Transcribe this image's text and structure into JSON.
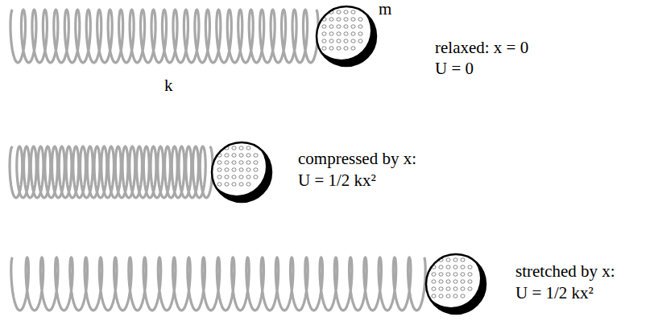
{
  "diagram": {
    "labels": [
      "m",
      "k",
      "relaxed:  x = 0",
      "U = 0",
      "compressed by x:",
      "U = 1/2 kx²",
      "stretched by x:",
      "U = 1/2 kx²"
    ]
  }
}
